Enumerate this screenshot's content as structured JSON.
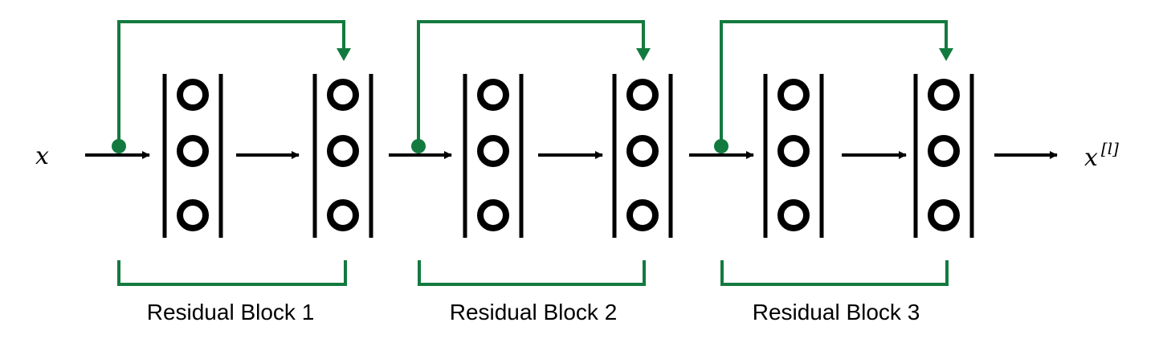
{
  "input_label": "x",
  "output_label": {
    "base": "x",
    "superscript": "[l]"
  },
  "blocks": [
    {
      "label": "Residual Block 1"
    },
    {
      "label": "Residual Block 2"
    },
    {
      "label": "Residual Block 3"
    }
  ],
  "neurons_per_layer": 3,
  "colors": {
    "skip_connection": "#137A3F",
    "ink": "#000000",
    "background": "#FFFFFF"
  }
}
